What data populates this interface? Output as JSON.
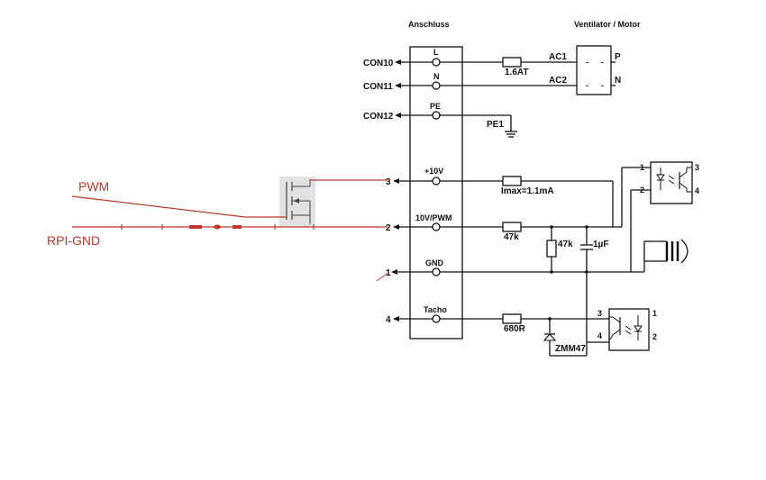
{
  "headers": {
    "connection": "Anschluss",
    "fan_motor": "Ventilator / Motor"
  },
  "connectors": [
    "CON10",
    "CON11",
    "CON12"
  ],
  "pin_numbers": [
    "3",
    "2",
    "1",
    "4"
  ],
  "terminals": [
    "L",
    "N",
    "PE",
    "+10V",
    "10V/PWM",
    "GND",
    "Tacho"
  ],
  "motor_pins": {
    "ac1": "AC1",
    "ac2": "AC2",
    "p": "P",
    "n": "N",
    "pe1": "PE1"
  },
  "components": {
    "fuse": "1.6AT",
    "imax": "Imax=1.1mA",
    "r_series": "47k",
    "r_shunt": "47k",
    "cap": "1µF",
    "r_tacho": "680R",
    "zener": "ZMM47"
  },
  "opto_top": {
    "p1": "1",
    "p2": "2",
    "p3": "3",
    "p4": "4"
  },
  "opto_bottom": {
    "p1": "1",
    "p2": "2",
    "p3": "3",
    "p4": "4"
  },
  "annotations": {
    "pwm": "PWM",
    "rpi_gnd": "RPI-GND"
  },
  "colors": {
    "annotation_red": "#c0392b",
    "wire": "#111111",
    "mosfet_bg": "#e2e2e2"
  }
}
